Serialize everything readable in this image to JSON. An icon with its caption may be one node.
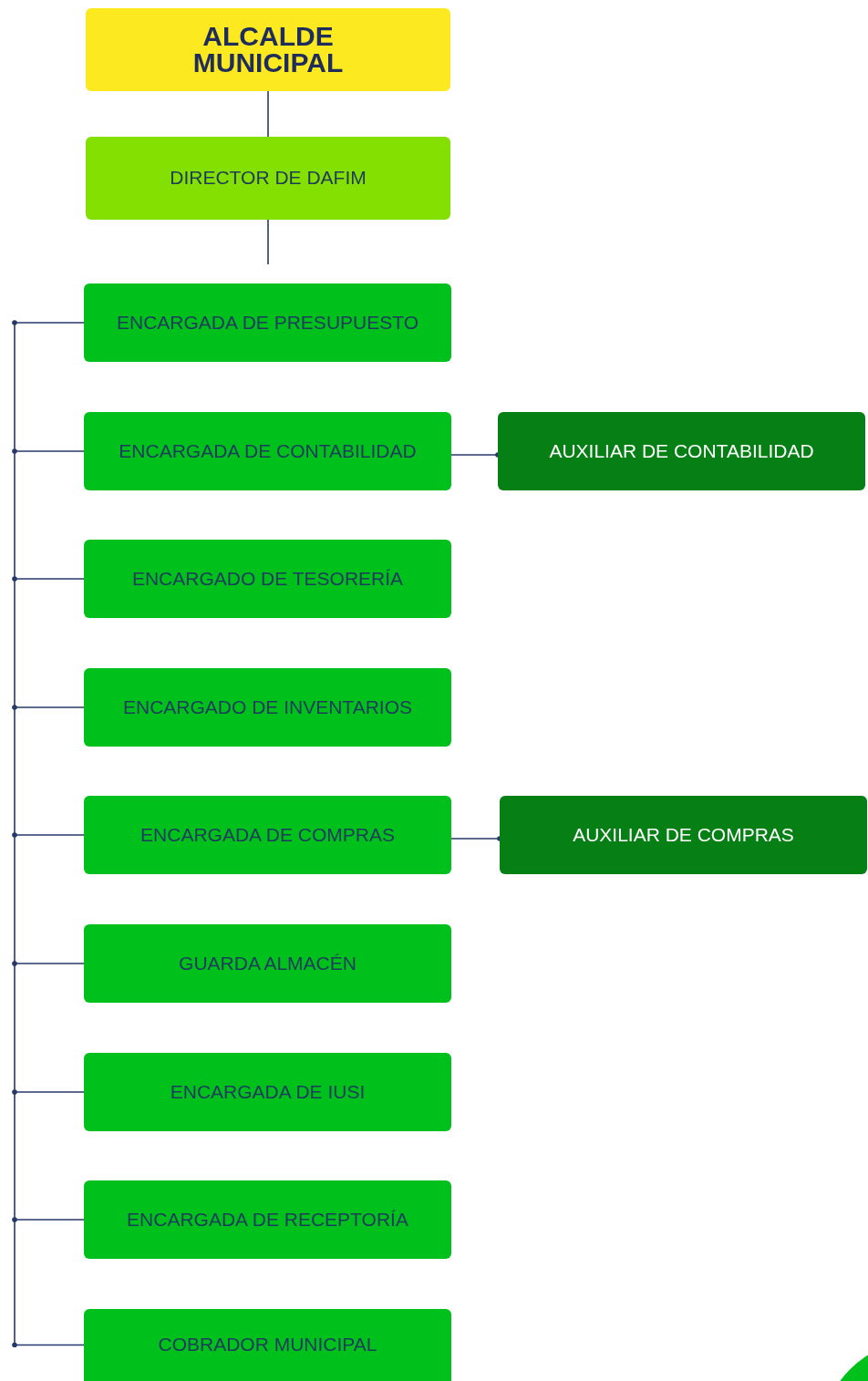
{
  "diagram": {
    "nodes": [
      {
        "text": [
          "ALCALDE MUNICIPAL"
        ]
      },
      {
        "text": [
          "DIRECTOR DE DAFIM"
        ]
      },
      {
        "text": [
          "ENCARGADA DE PRESUPUESTO"
        ]
      },
      {
        "text": [
          "ENCARGADA DE CONTABILIDAD"
        ]
      },
      {
        "text": [
          "AUXILIAR DE CONTABILIDAD"
        ]
      },
      {
        "text": [
          "ENCARGADO DE TESORERÍA"
        ]
      },
      {
        "text": [
          "ENCARGADO DE INVENTARIOS"
        ]
      },
      {
        "text": [
          "ENCARGADA DE COMPRAS"
        ]
      },
      {
        "text": [
          "AUXILIAR DE COMPRAS"
        ]
      },
      {
        "text": [
          "GUARDA ALMACÉN"
        ]
      },
      {
        "text": [
          "ENCARGADA DE IUSI"
        ]
      },
      {
        "text": [
          "ENCARGADA DE RECEPTORÍA"
        ]
      },
      {
        "text": [
          "COBRADOR MUNICIPAL"
        ]
      }
    ],
    "edges": [
      {
        "from": 0,
        "to": 1,
        "arrow": "none"
      },
      {
        "from": 1,
        "to": null,
        "arrow": "none"
      },
      {
        "from": null,
        "to": 2,
        "arrow": "other"
      },
      {
        "from": null,
        "to": 3,
        "arrow": "other"
      },
      {
        "from": 3,
        "to": 4,
        "arrow": "other"
      },
      {
        "from": null,
        "to": 5,
        "arrow": "other"
      },
      {
        "from": null,
        "to": 6,
        "arrow": "other"
      },
      {
        "from": null,
        "to": 7,
        "arrow": "other"
      },
      {
        "from": 7,
        "to": 8,
        "arrow": "other"
      },
      {
        "from": null,
        "to": 9,
        "arrow": "other"
      },
      {
        "from": null,
        "to": 10,
        "arrow": "other"
      },
      {
        "from": null,
        "to": 11,
        "arrow": "other"
      },
      {
        "from": null,
        "to": 12,
        "arrow": "other"
      }
    ]
  }
}
